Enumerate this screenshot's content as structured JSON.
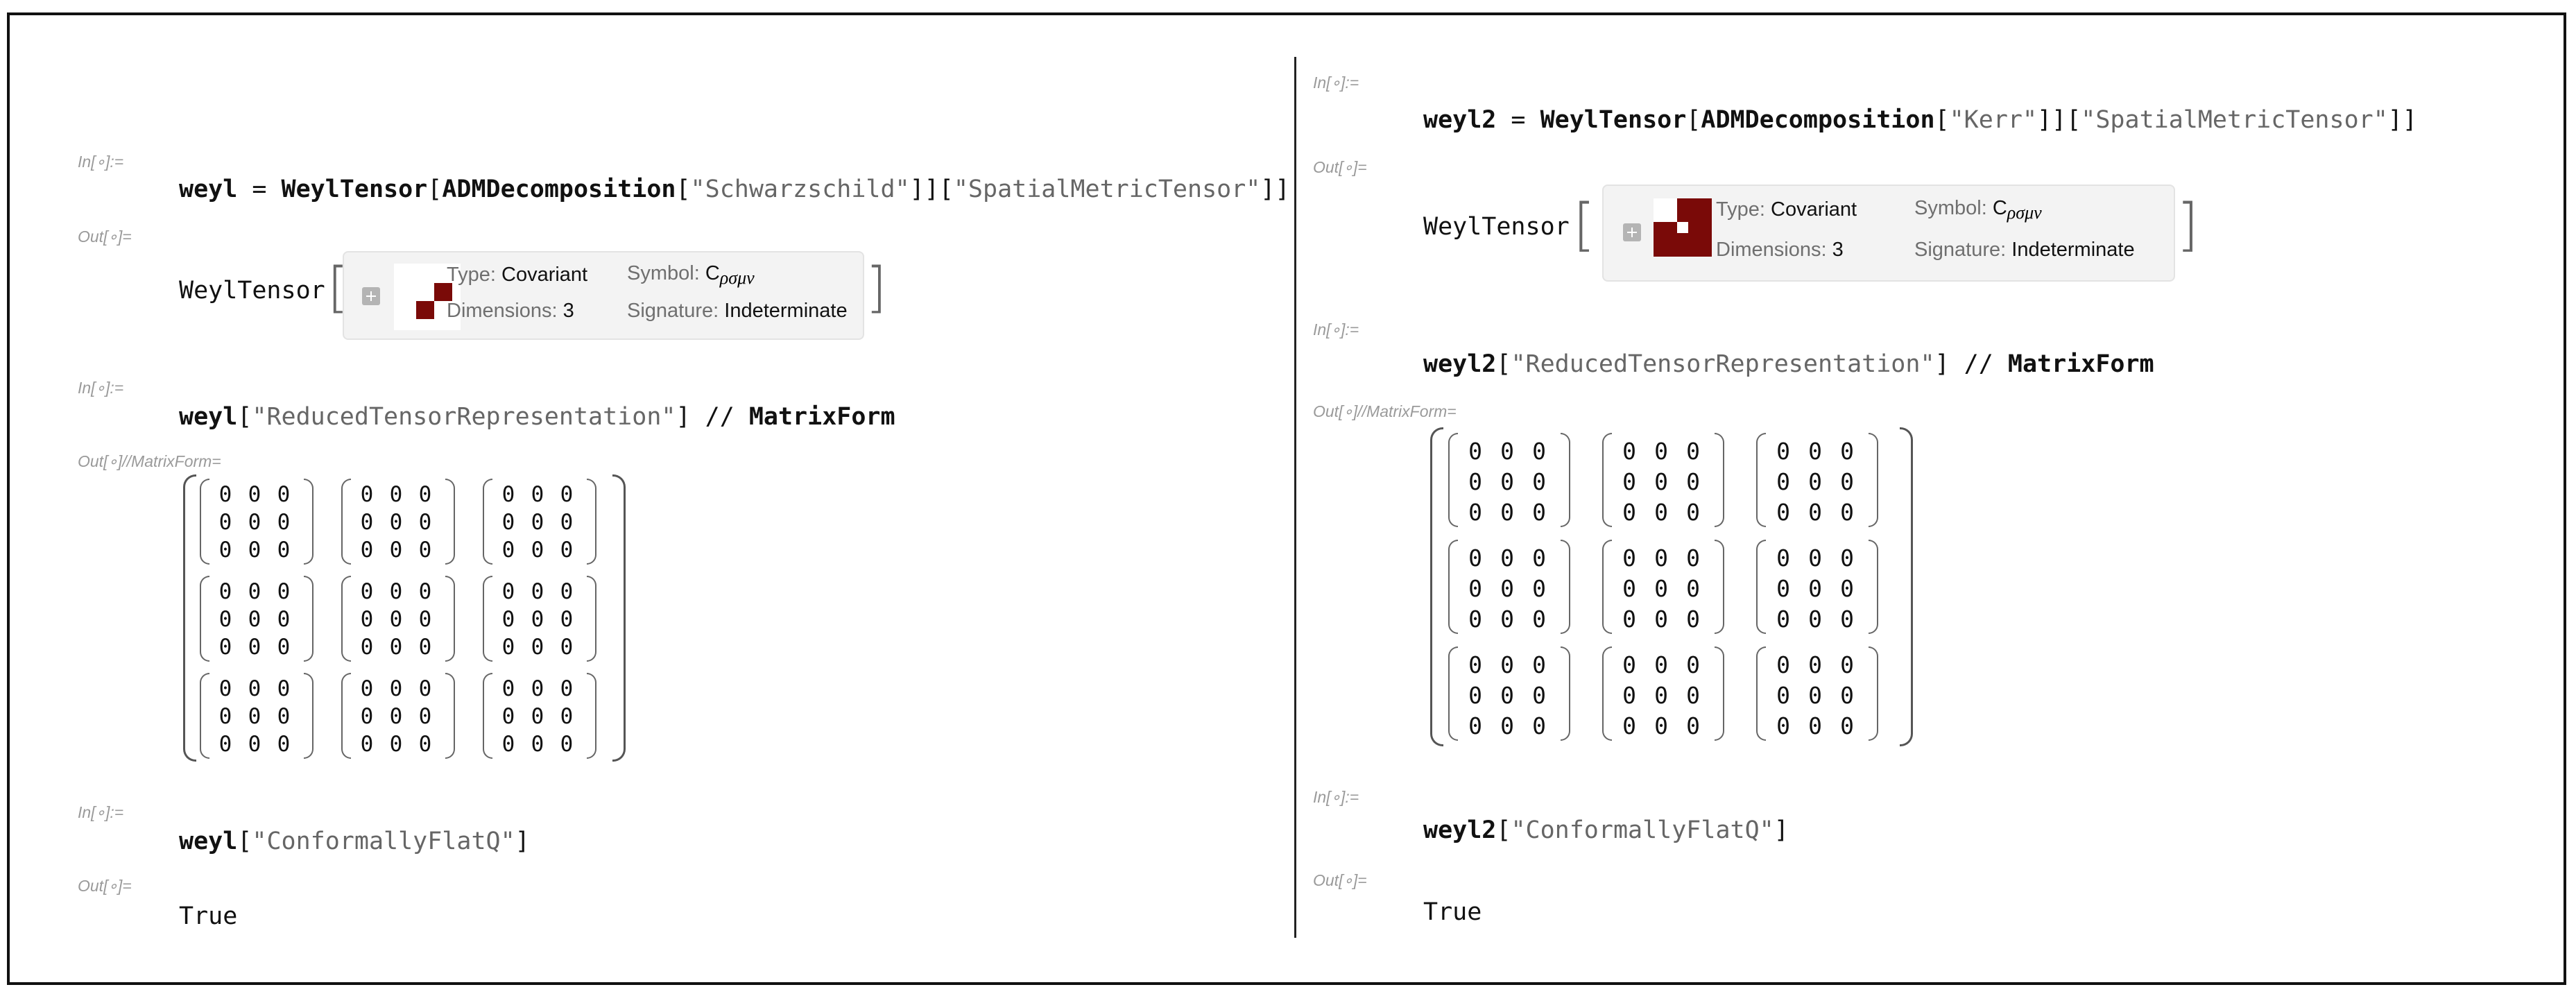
{
  "labels": {
    "in": "In[∘]:=",
    "out": "Out[∘]=",
    "out_matrix": "Out[∘]//MatrixForm="
  },
  "left": {
    "cell1": {
      "var": "weyl",
      "eq": " = ",
      "fn": "WeylTensor",
      "open": "[",
      "fn2": "ADMDecomposition",
      "s1": "\"Schwarzschild\"",
      "s2": "\"SpatialMetricTensor\"",
      "close": "]]"
    },
    "out1": {
      "head": "WeylTensor",
      "type_label": "Type:",
      "type_value": "Covariant",
      "dims_label": "Dimensions:",
      "dims_value": "3",
      "symbol_label": "Symbol:",
      "symbol_value": "C",
      "symbol_sub": "ρσμν",
      "sig_label": "Signature:",
      "sig_value": "Indeterminate"
    },
    "cell2": {
      "var": "weyl",
      "arg": "\"ReducedTensorRepresentation\"",
      "op": " // ",
      "fn": "MatrixForm"
    },
    "cell3": {
      "var": "weyl",
      "arg": "\"ConformallyFlatQ\""
    },
    "out3": "True"
  },
  "right": {
    "cell1": {
      "var": "weyl2",
      "eq": " = ",
      "fn": "WeylTensor",
      "open": "[",
      "fn2": "ADMDecomposition",
      "s1": "\"Kerr\"",
      "s2": "\"SpatialMetricTensor\"",
      "close": "]]"
    },
    "out1": {
      "head": "WeylTensor",
      "type_label": "Type:",
      "type_value": "Covariant",
      "dims_label": "Dimensions:",
      "dims_value": "3",
      "symbol_label": "Symbol:",
      "symbol_value": "C",
      "symbol_sub": "ρσμν",
      "sig_label": "Signature:",
      "sig_value": "Indeterminate"
    },
    "cell2": {
      "var": "weyl2",
      "arg": "\"ReducedTensorRepresentation\"",
      "op": " // ",
      "fn": "MatrixForm"
    },
    "cell3": {
      "var": "weyl2",
      "arg": "\"ConformallyFlatQ\""
    },
    "out3": "True"
  },
  "matrix_value": "0",
  "matrix_shape": [
    3,
    3,
    3,
    3
  ],
  "colors": {
    "tensor_plot": "#7a0a08",
    "panel_bg": "#f3f3f3",
    "string": "#666666"
  }
}
